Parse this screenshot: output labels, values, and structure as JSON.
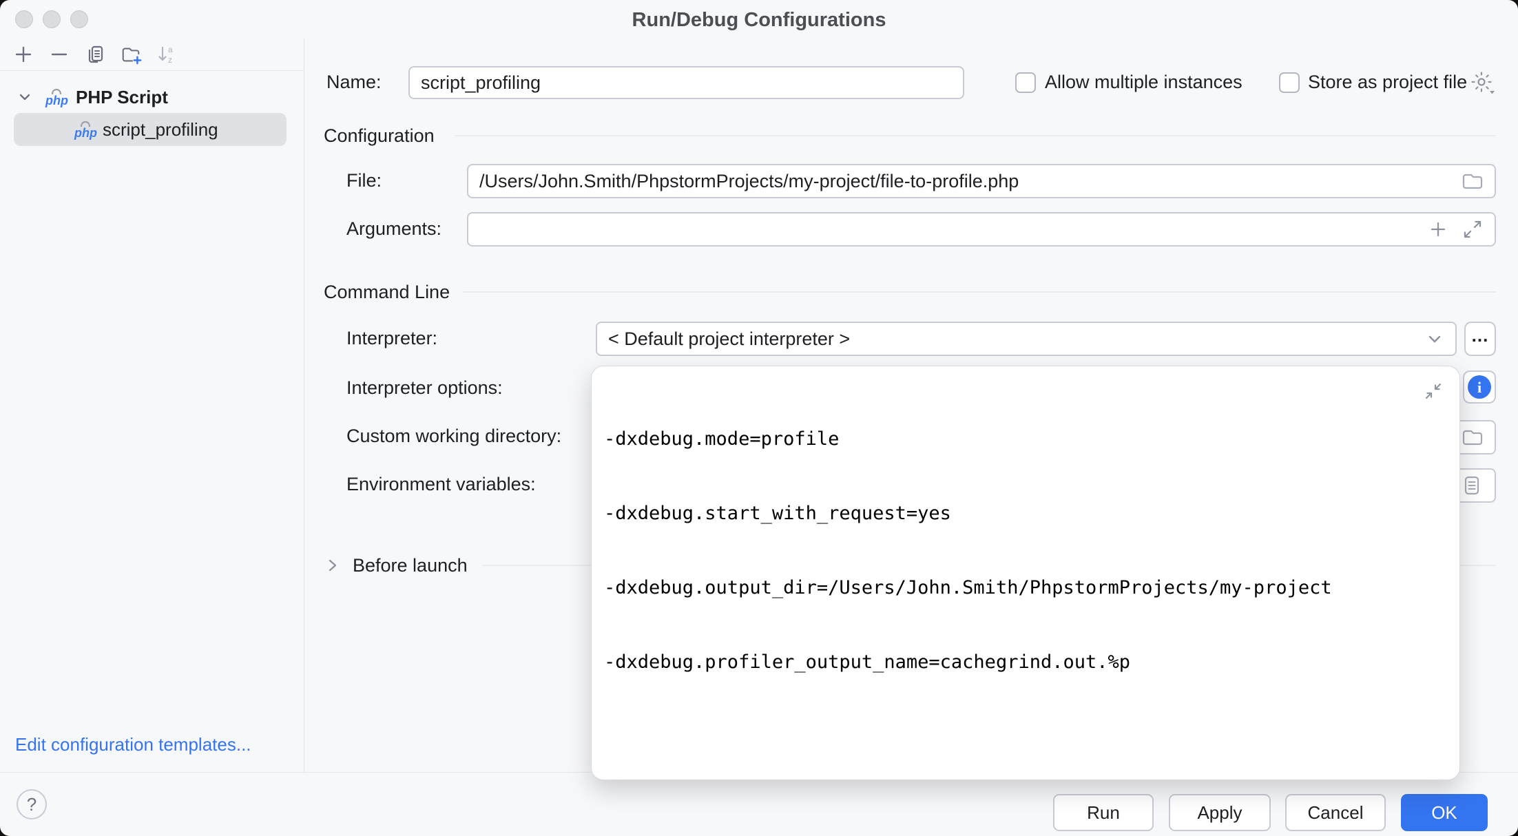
{
  "window": {
    "title": "Run/Debug Configurations"
  },
  "sidebar": {
    "toolbar_icons": [
      "add-icon",
      "remove-icon",
      "copy-icon",
      "new-folder-icon",
      "sort-alpha-icon"
    ],
    "tree": {
      "group_label": "PHP Script",
      "item_label": "script_profiling"
    },
    "edit_templates_link": "Edit configuration templates..."
  },
  "form": {
    "name_label": "Name:",
    "name_value": "script_profiling",
    "allow_multiple_label": "Allow multiple instances",
    "store_project_label": "Store as project file",
    "configuration_section": "Configuration",
    "file_label": "File:",
    "file_value": "/Users/John.Smith/PhpstormProjects/my-project/file-to-profile.php",
    "arguments_label": "Arguments:",
    "arguments_value": "",
    "command_line_section": "Command Line",
    "interpreter_label": "Interpreter:",
    "interpreter_value": "< Default project interpreter >",
    "more_button_label": "...",
    "interpreter_options_label": "Interpreter options:",
    "custom_working_directory_label": "Custom working directory:",
    "environment_variables_label": "Environment variables:",
    "before_launch_label": "Before launch"
  },
  "interpreter_options_popup": {
    "lines": [
      "-dxdebug.mode=profile",
      "-dxdebug.start_with_request=yes",
      "-dxdebug.output_dir=/Users/John.Smith/PhpstormProjects/my-project",
      "-dxdebug.profiler_output_name=cachegrind.out.%p"
    ]
  },
  "footer": {
    "help_label": "?",
    "run_label": "Run",
    "apply_label": "Apply",
    "cancel_label": "Cancel",
    "ok_label": "OK"
  },
  "colors": {
    "accent": "#3574F0",
    "link": "#3574F0",
    "selection": "#DFE1E5"
  }
}
